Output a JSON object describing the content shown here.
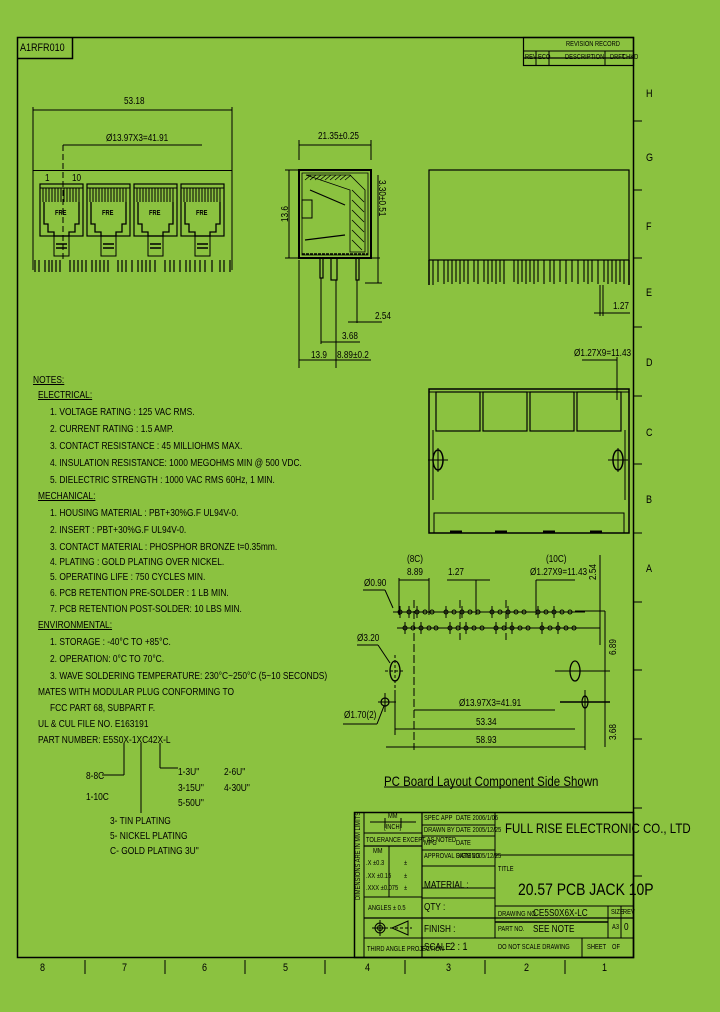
{
  "drawing_id": "A1RFR010",
  "revision_block": {
    "title": "REVISION RECORD",
    "columns": [
      "REV",
      "ECO",
      "DESCRIPTION",
      "DRFT",
      "CHKD"
    ]
  },
  "zone_letters": [
    "H",
    "G",
    "F",
    "E",
    "D",
    "C",
    "B",
    "A"
  ],
  "zone_numbers": [
    "8",
    "7",
    "6",
    "5",
    "4",
    "3",
    "2",
    "1"
  ],
  "front_view": {
    "overall_width": "53.18",
    "pitch_dim": "Ø13.97X3=41.91",
    "pin_label_first": "1",
    "pin_label_last": "10",
    "port_logo": "FRE",
    "port_count": 4
  },
  "side_view": {
    "width_dim": "21.35±0.25",
    "height_dim": "13.6",
    "right_dim": "3.30±0.51",
    "dim_2_54": "2.54",
    "dim_3_68": "3.68",
    "dim_13_9": "13.9",
    "dim_8_89": "8.89±0.2"
  },
  "rear_view": {
    "pitch_dim": "1.27"
  },
  "bottom_view": {
    "pitch_dim": "Ø1.27X9=11.43"
  },
  "pcb_layout": {
    "label_8c": "(8C)",
    "dim_8c": "8.89",
    "dim_pitch": "1.27",
    "label_10c": "(10C)",
    "dim_10c": "Ø1.27X9=11.43",
    "hole_0_90": "Ø0.90",
    "hole_3_20": "Ø3.20",
    "hole_1_70": "Ø1.70(2)",
    "dim_2_54": "2.54",
    "dim_6_89": "6.89",
    "dim_3_68": "3.68",
    "dim_41_91": "Ø13.97X3=41.91",
    "dim_53_34": "53.34",
    "dim_58_93": "58.93",
    "caption": "PC Board Layout Component Side Shown"
  },
  "notes": {
    "heading": "NOTES:",
    "electrical_heading": "ELECTRICAL:",
    "electrical": [
      "1. VOLTAGE RATING          : 125 VAC RMS.",
      "2. CURRENT RATING          : 1.5 AMP.",
      "3. CONTACT RESISTANCE  : 45 MILLIOHMS MAX.",
      "4. INSULATION RESISTANCE: 1000 MEGOHMS MIN @ 500 VDC.",
      "5. DIELECTRIC STRENGTH  : 1000 VAC RMS 60Hz, 1 MIN."
    ],
    "mechanical_heading": "MECHANICAL:",
    "mechanical": [
      "1. HOUSING MATERIAL : PBT+30%G.F UL94V-0.",
      "2. INSERT                   : PBT+30%G.F UL94V-0.",
      "3. CONTACT MATERIAL : PHOSPHOR BRONZE t=0.35mm.",
      "4. PLATING                 : GOLD PLATING OVER NICKEL.",
      "5. OPERATING LIFE     : 750 CYCLES MIN.",
      "6. PCB RETENTION PRE-SOLDER : 1 LB MIN.",
      "7. PCB RETENTION POST-SOLDER: 10 LBS MIN."
    ],
    "environmental_heading": "ENVIRONMENTAL:",
    "environmental": [
      "1. STORAGE  : -40°C TO +85°C.",
      "2. OPERATION: 0°C TO 70°C.",
      "3. WAVE SOLDERING TEMPERATURE:  230°C~250°C (5~10 SECONDS)"
    ],
    "mates_1": "MATES WITH MODULAR PLUG CONFORMING TO",
    "mates_2": "FCC PART 68, SUBPART F.",
    "ul_file": "UL & CUL FILE NO. E163191",
    "part_number": "PART NUMBER: E5S0X-1XC42X-L"
  },
  "part_decoder": {
    "positions": [
      "8-8C",
      "1-10C"
    ],
    "plating_type": [
      "3- TIN PLATING",
      "5- NICKEL PLATING",
      "C- GOLD PLATING 3U\""
    ],
    "gold_thickness": [
      "1-3U\"",
      "2-6U\"",
      "3-15U\"",
      "4-30U\"",
      "5-50U\""
    ]
  },
  "title_block": {
    "unit_label": "MM",
    "unit_label2": "[INCH]",
    "tolerance_heading": "TOLERANCE EXCEPT AS NOTED",
    "dim_header": "MM",
    "tolerances": [
      {
        "fmt": ".X ±0.3",
        "inch": "±"
      },
      {
        "fmt": ".XX ±0.15",
        "inch": "±"
      },
      {
        "fmt": ".XXX ±0.075",
        "inch": "±"
      }
    ],
    "angles": "ANGLES ± 0.5",
    "side_label": "DIMENSIONS ARE IN MM LIMITS",
    "projection": "THIRD ANGLE PROJECTION",
    "spec_app": "SPEC APP",
    "date_1": "DATE 2006/1/06",
    "drawn_by": "DRAWN BY",
    "date_2": "DATE 2005/12/25",
    "mfg": "MFG",
    "date_3": "DATE",
    "approval": "APPROVAL SIGNING",
    "date_4": "DATE 2005/12/25",
    "material": "MATERIAL :",
    "qty": "QTY :",
    "finish": "FINISH :",
    "scale_label": "SCALE :",
    "scale_value": "2 : 1",
    "company": "FULL RISE ELECTRONIC CO., LTD",
    "title_label": "TITLE",
    "title": "20.57 PCB JACK 10P",
    "drawing_no_label": "DRAWING NO.",
    "drawing_no": "CE5S0X6X-LC",
    "part_no_label": "PART NO.",
    "part_no": "SEE NOTE",
    "size_label": "SIZE",
    "size": "A3",
    "rev_label": "REV",
    "rev": "0",
    "no_scale": "DO NOT SCALE DRAWING",
    "sheet": "SHEET",
    "of": "OF"
  },
  "colors": {
    "background": "#8bc240",
    "ink": "#000000"
  }
}
